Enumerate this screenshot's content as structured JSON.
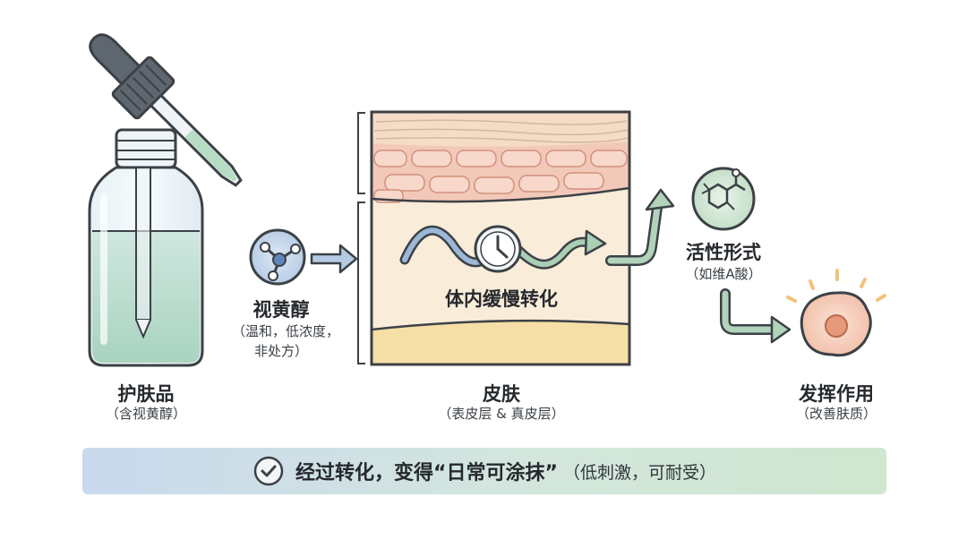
{
  "labels": {
    "product": {
      "title": "护肤品",
      "sub": "（含视黄醇）"
    },
    "retinol": {
      "title": "视黄醇",
      "sub_line1": "（温和，低浓度，",
      "sub_line2": "非处方）"
    },
    "skin_inner": "体内缓慢转化",
    "skin": {
      "title": "皮肤",
      "sub": "（表皮层 & 真皮层）"
    },
    "active": {
      "title": "活性形式",
      "sub": "（如维A酸）"
    },
    "effect": {
      "title": "发挥作用",
      "sub": "（改善肤质）"
    }
  },
  "banner": {
    "main": "经过转化，变得“日常可涂抹”",
    "paren": "（低刺激，可耐受）"
  },
  "colors": {
    "outline": "#3c4146",
    "green_accent": "#9bc7a6",
    "blue_accent": "#8fb3d6",
    "skin_pink": "#f2c9b8",
    "dermis": "#f9ecd9",
    "fat_layer": "#f6dfa6"
  },
  "icons": [
    "dropper-bottle-icon",
    "molecule-icon",
    "clock-icon",
    "check-circle-icon",
    "retinoic-acid-molecule-icon",
    "cell-icon"
  ]
}
